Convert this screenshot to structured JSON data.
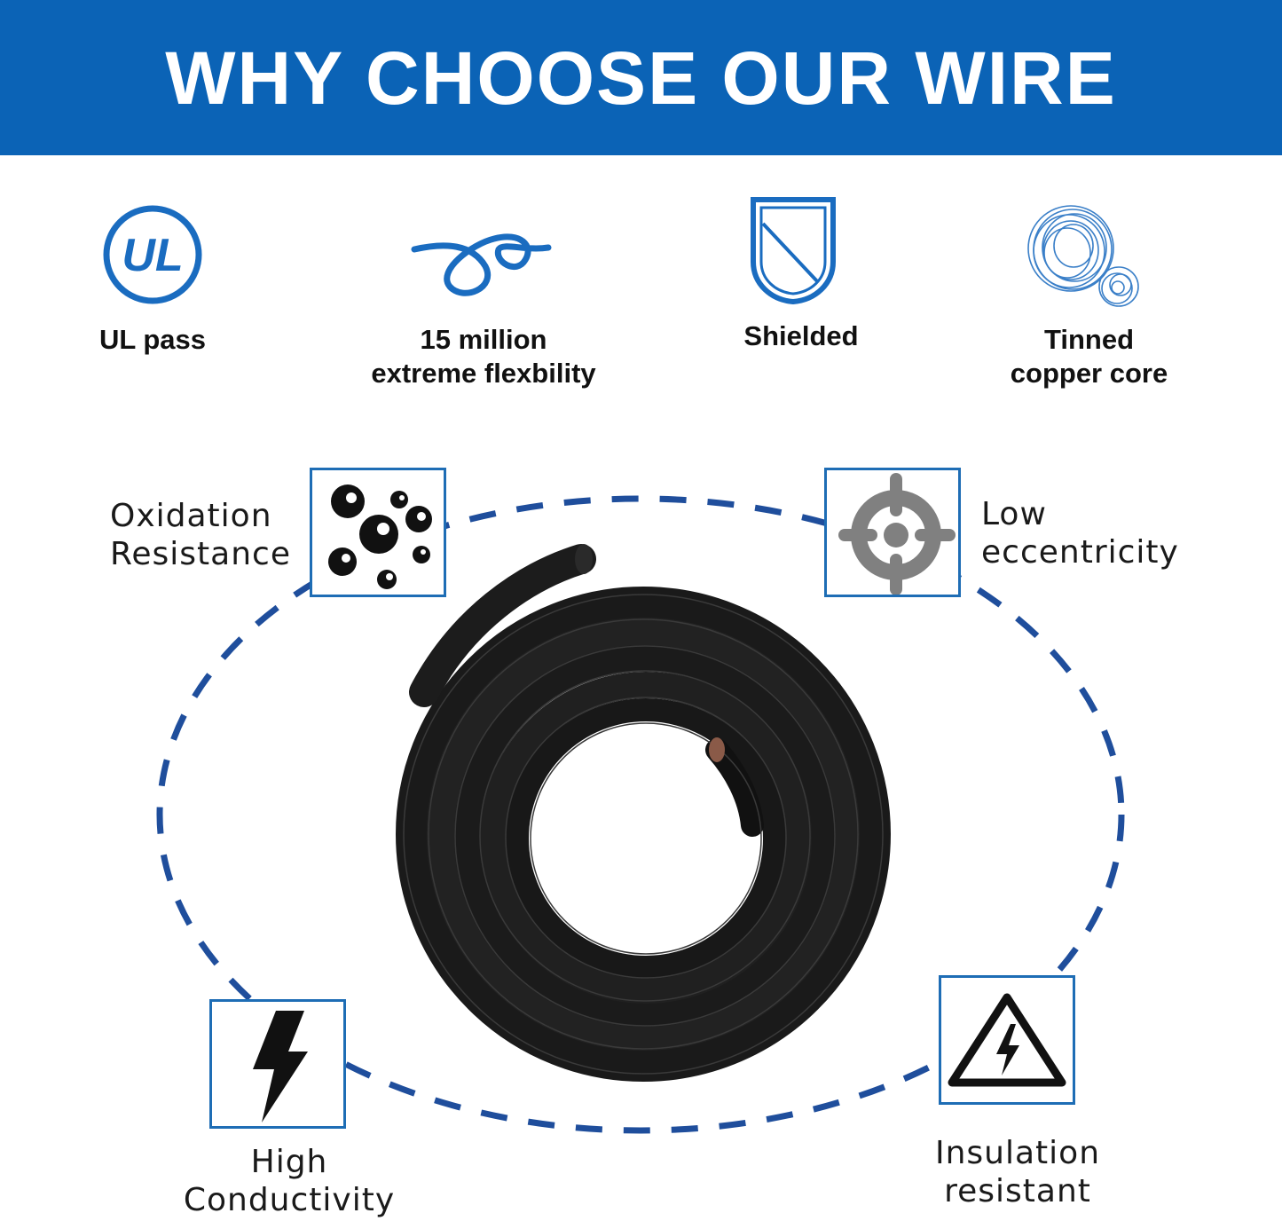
{
  "header": {
    "title": "WHY CHOOSE OUR WIRE"
  },
  "features": [
    {
      "label": "UL pass",
      "icon": "ul-logo-icon"
    },
    {
      "label_line1": "15 million",
      "label_line2": "extreme flexbility",
      "icon": "knot-icon"
    },
    {
      "label": "Shielded",
      "icon": "shield-icon"
    },
    {
      "label_line1": "Tinned",
      "label_line2": "copper core",
      "icon": "copper-coil-icon"
    }
  ],
  "properties": {
    "oxidation": {
      "line1": "Oxidation",
      "line2": "Resistance",
      "icon": "bubbles-icon"
    },
    "eccentricity": {
      "line1": "Low",
      "line2": "eccentricity",
      "icon": "crosshair-icon"
    },
    "conductivity": {
      "line1": "High",
      "line2": "Conductivity",
      "icon": "lightning-bolt-icon"
    },
    "insulation": {
      "line1": "Insulation",
      "line2": "resistant",
      "icon": "high-voltage-warning-icon"
    }
  },
  "product": {
    "image": "coiled-black-wire"
  },
  "colors": {
    "banner": "#0b63b6",
    "accent": "#1e6db5",
    "dashed_ring": "#1f4e9c"
  }
}
